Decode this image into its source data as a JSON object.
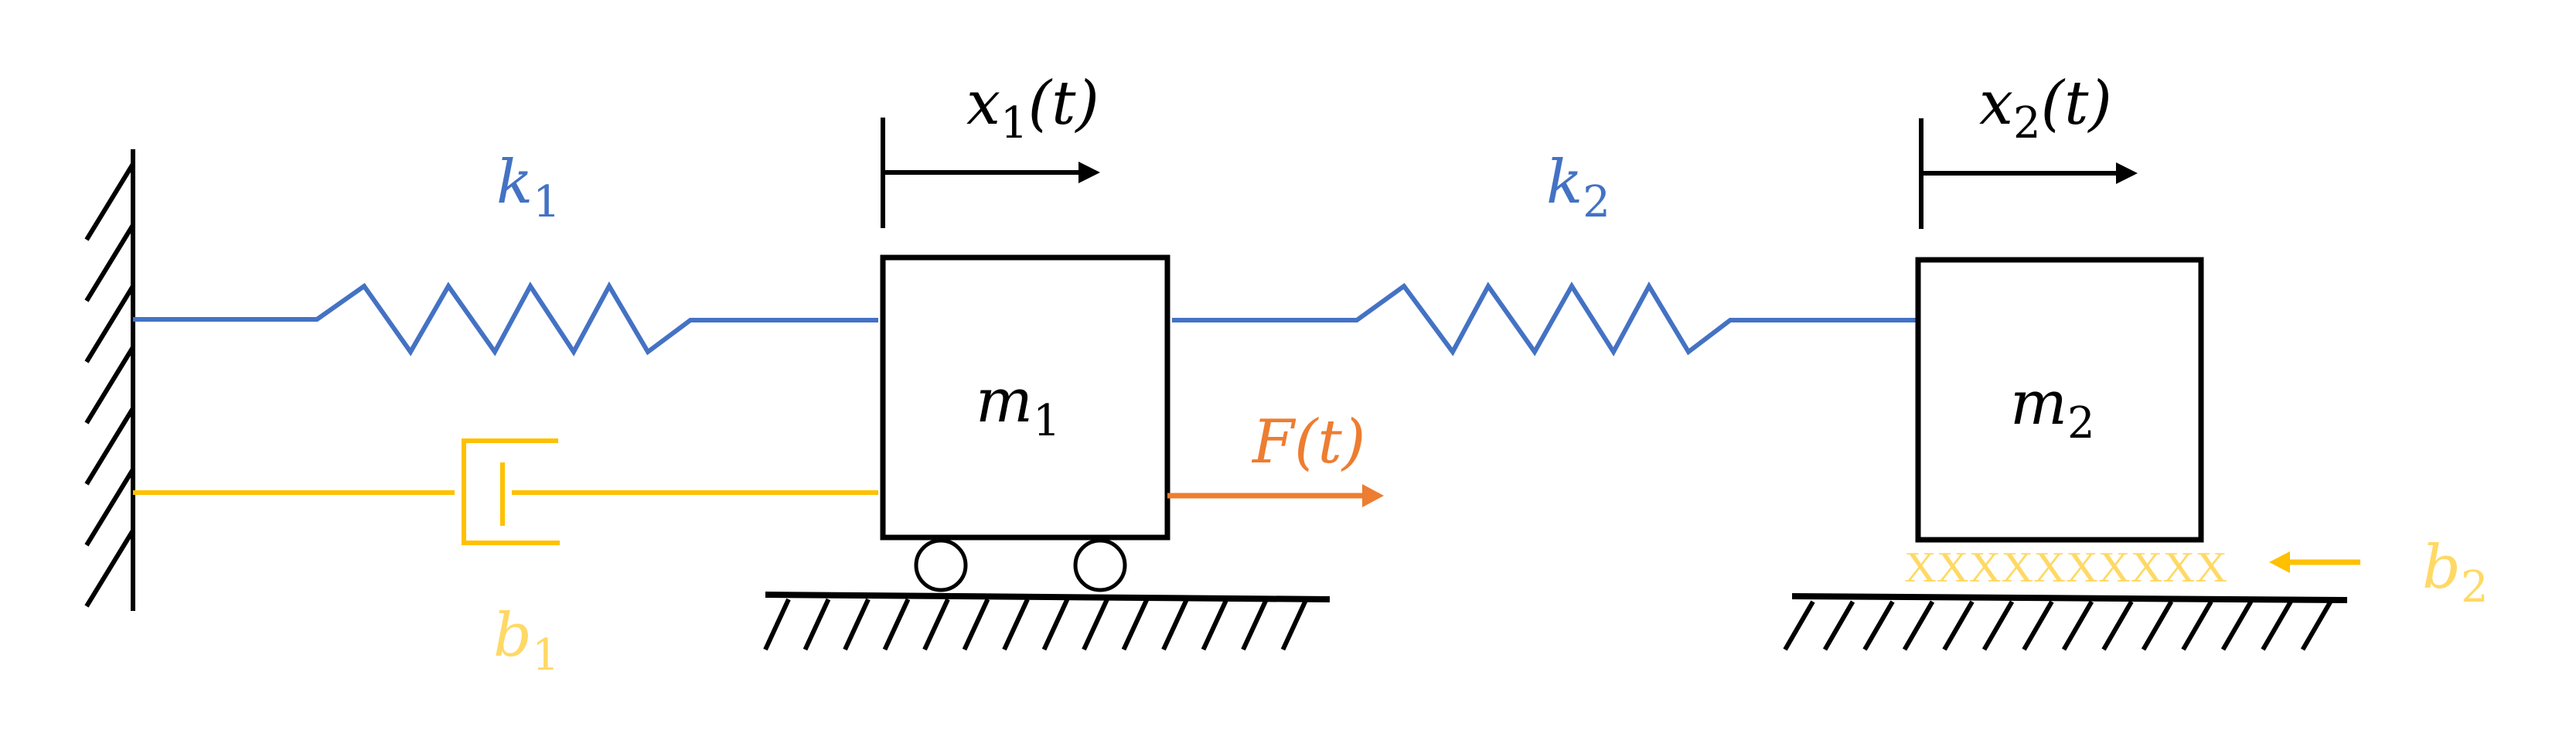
{
  "title": "Two-mass spring-damper system",
  "colors": {
    "spring": "#4472C4",
    "damper": "#FFC000",
    "damper_label": "#FFD966",
    "force": "#ED7D31",
    "structure": "#000000"
  },
  "labels": {
    "k1": {
      "base": "k",
      "sub": "1"
    },
    "k2": {
      "base": "k",
      "sub": "2"
    },
    "b1": {
      "base": "b",
      "sub": "1"
    },
    "b2": {
      "base": "b",
      "sub": "2"
    },
    "m1": {
      "base": "m",
      "sub": "1"
    },
    "m2": {
      "base": "m",
      "sub": "2"
    },
    "x1": {
      "base": "x",
      "sub": "1",
      "arg": "(t)"
    },
    "x2": {
      "base": "x",
      "sub": "2",
      "arg": "(t)"
    },
    "force": {
      "base": "F",
      "arg": "(t)"
    },
    "friction_pattern": "XXXXXXXXXX"
  },
  "components": [
    {
      "id": "wall",
      "type": "fixed-wall"
    },
    {
      "id": "k1",
      "type": "spring",
      "connects": [
        "wall",
        "m1"
      ]
    },
    {
      "id": "b1",
      "type": "dashpot",
      "connects": [
        "wall",
        "m1"
      ]
    },
    {
      "id": "m1",
      "type": "mass",
      "support": "wheels"
    },
    {
      "id": "F",
      "type": "applied-force",
      "acts_on": "m1",
      "direction": "right"
    },
    {
      "id": "k2",
      "type": "spring",
      "connects": [
        "m1",
        "m2"
      ]
    },
    {
      "id": "m2",
      "type": "mass",
      "support": "friction"
    },
    {
      "id": "b2",
      "type": "viscous-friction",
      "acts_on": "m2",
      "direction": "left"
    }
  ]
}
